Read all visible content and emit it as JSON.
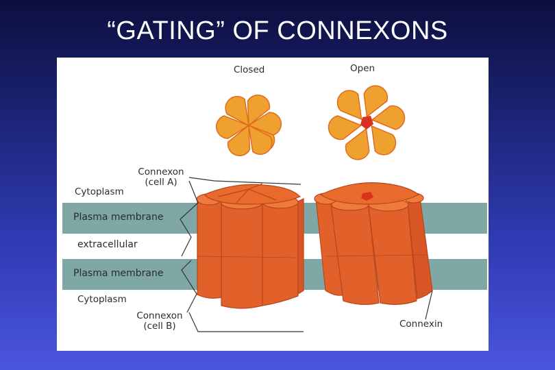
{
  "title": "“GATING” OF CONNEXONS",
  "figure": {
    "labels": {
      "closed": "Closed",
      "open": "Open",
      "connexon_a_line1": "Connexon",
      "connexon_a_line2": "(cell A)",
      "cytoplasm_top": "Cytoplasm",
      "plasma_membrane_top": "Plasma membrane",
      "extracellular": "extracellular",
      "plasma_membrane_bottom": "Plasma membrane",
      "cytoplasm_bottom": "Cytoplasm",
      "connexon_b_line1": "Connexon",
      "connexon_b_line2": "(cell B)",
      "connexin": "Connexin"
    },
    "colors": {
      "membrane": "#7fa7a6",
      "petal_fill": "#eea12f",
      "petal_stroke": "#e06a20",
      "cylinder": "#e2612a",
      "cylinder_top": "#ef7a3c",
      "pore": "#d9321e"
    }
  }
}
